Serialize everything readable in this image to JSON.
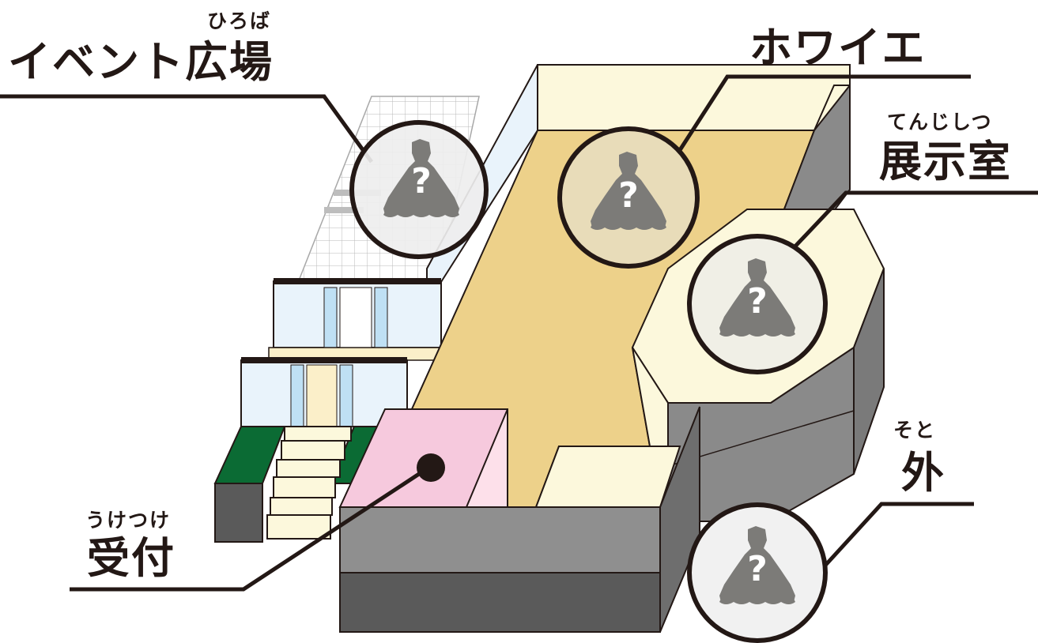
{
  "labels": {
    "event_plaza": {
      "ruby": "ひろば",
      "text": "イベント広場"
    },
    "foyer": {
      "text": "ホワイエ"
    },
    "exhibition_room": {
      "ruby": "てんじしつ",
      "text": "展示室"
    },
    "outside": {
      "ruby": "そと",
      "text": "外"
    },
    "reception": {
      "ruby": "うけつけ",
      "text": "受付"
    }
  },
  "markers": {
    "event_plaza": {
      "symbol": "?",
      "icon": "mystery-bag-icon"
    },
    "foyer": {
      "symbol": "?",
      "icon": "mystery-bag-icon"
    },
    "exhibition_room": {
      "symbol": "?",
      "icon": "mystery-bag-icon"
    },
    "outside": {
      "symbol": "?",
      "icon": "mystery-bag-icon"
    }
  },
  "colors": {
    "floor": "#EDD18A",
    "wall_light": "#FCF8DC",
    "wall_dark": "#6E6E6E",
    "reception": "#F6C9DD",
    "grass": "#0B6B34",
    "glass": "#E9F3FB",
    "line": "#231815"
  }
}
